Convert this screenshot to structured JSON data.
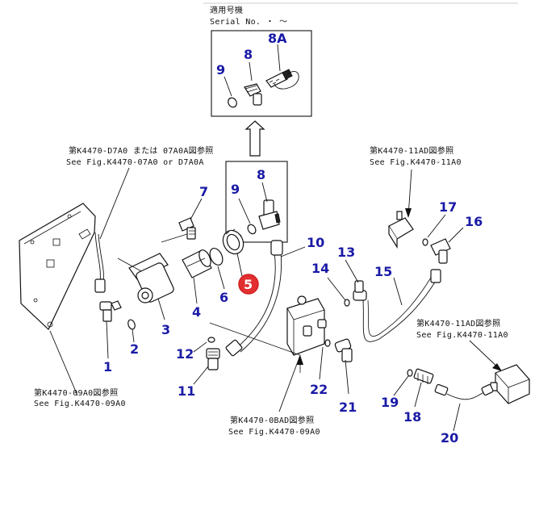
{
  "header": {
    "applicable_models": "適用号機",
    "serial_no": "Serial No.  ・  ～"
  },
  "references": {
    "ref_top_left_jp": "第K4470-D7A0 または 07A0A図参照",
    "ref_top_left_en": "See Fig.K4470-07A0 or D7A0A",
    "ref_top_right_jp": "第K4470-11AD図参照",
    "ref_top_right_en": "See Fig.K4470-11A0",
    "ref_right_jp": "第K4470-11AD図参照",
    "ref_right_en": "See Fig.K4470-11A0",
    "ref_bottom_left_jp": "第K4470-09A0図参照",
    "ref_bottom_left_en": "See Fig.K4470-09A0",
    "ref_bottom_mid_jp": "第K4470-0BAD図参照",
    "ref_bottom_mid_en": "See Fig.K4470-09A0"
  },
  "callouts": {
    "c1": "1",
    "c2": "2",
    "c3": "3",
    "c4": "4",
    "c5": "5",
    "c6": "6",
    "c7": "7",
    "c8_top": "8",
    "c8A": "8A",
    "c9_top": "9",
    "c8_mid": "8",
    "c9_mid": "9",
    "c10": "10",
    "c11": "11",
    "c12": "12",
    "c13": "13",
    "c14": "14",
    "c15": "15",
    "c16": "16",
    "c17": "17",
    "c18": "18",
    "c19": "19",
    "c20": "20",
    "c21": "21",
    "c22": "22"
  },
  "colors": {
    "callout_text": "#1a1aa6",
    "highlight_ring": "#d42020",
    "highlight_fill": "#e23030"
  }
}
